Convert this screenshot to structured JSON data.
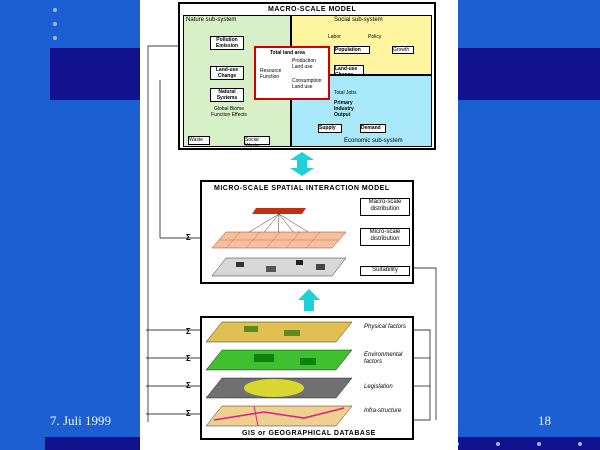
{
  "footer": {
    "date": "7. Juli 1999",
    "page_number": "18"
  },
  "macro": {
    "title": "MACRO-SCALE MODEL",
    "nature": {
      "title": "Nature sub-system",
      "items": [
        "Pollution Emission",
        "Land-use Change",
        "Natural Systems",
        "Global Biome Function Effects",
        "Waste",
        "Social Waste"
      ]
    },
    "social": {
      "title": "Social sub-system",
      "items": [
        "Population",
        "Land-use Change",
        "Total Jobs",
        "Primary Industry Output",
        "Labor",
        "Policy",
        "Growth"
      ]
    },
    "economic": {
      "title": "Economic sub-system",
      "items": [
        "Supply",
        "Demand"
      ]
    },
    "center": {
      "left": "Total land area",
      "mid": "Resource Function",
      "top_right": "Production Land use",
      "bottom_right": "Consumption Land use"
    }
  },
  "micro": {
    "title": "MICRO-SCALE SPATIAL INTERACTION MODEL",
    "boxes": [
      "Macro-scale distribution",
      "Micro-scale distribution",
      "Suitability"
    ],
    "sigma": "Σ"
  },
  "gis": {
    "title": "GIS or GEOGRAPHICAL DATABASE",
    "layers": [
      "Physical factors",
      "Environmental factors",
      "Legislation",
      "Infra-structure"
    ],
    "sigma": "Σ"
  },
  "colors": {
    "background": "#1b5fd3",
    "bar": "#12128f",
    "nature": "#d8f0c8",
    "social": "#fff4a0",
    "economic": "#a8e8f8",
    "arrow": "#1fd0d8",
    "center_border": "#d00000"
  }
}
